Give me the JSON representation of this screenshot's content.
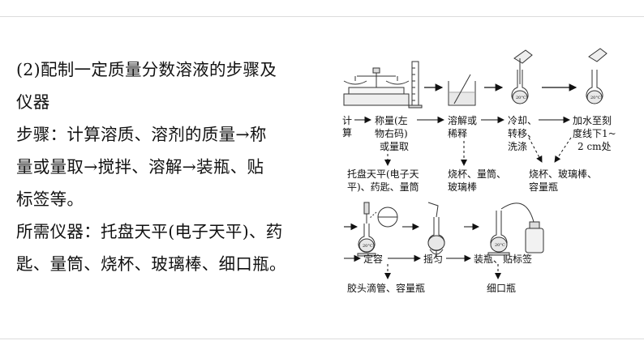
{
  "left": {
    "lines": [
      "(2)配制一定质量分数溶液的步骤及",
      "仪器",
      "步骤：计算溶质、溶剂的质量→称",
      "量或量取→搅拌、溶解→装瓶、贴",
      "标签等。",
      "所需仪器：托盘天平(电子天平)、药",
      "匙、量筒、烧杯、玻璃棒、细口瓶。"
    ]
  },
  "diagram": {
    "steps": {
      "calc": [
        "计",
        "算"
      ],
      "weigh": [
        "称量(左",
        "物右码)",
        "或量取"
      ],
      "dissolve": [
        "溶解或",
        "稀释"
      ],
      "cool": [
        "冷却、",
        "转移、",
        "洗涤"
      ],
      "fill_water": [
        "加水至刻",
        "度线下1~",
        "2 cm处"
      ],
      "constant": "定容",
      "shake": "摇匀",
      "bottle": "装瓶、贴标签"
    },
    "instruments": {
      "weigh": [
        "托盘天平(电子天",
        "平)、药匙、量筒"
      ],
      "dissolve": [
        "烧杯、量筒、",
        "玻璃棒"
      ],
      "transfer": [
        "烧杯、玻璃棒、",
        "容量瓶"
      ],
      "constant": "胶头滴管、容量瓶",
      "bottle": "细口瓶"
    },
    "labels": {
      "flask_mark_1": "20°C",
      "flask_mark_2": "20°C",
      "flask_mark_3": "20°C",
      "flask_mark_4": "20°C"
    }
  }
}
